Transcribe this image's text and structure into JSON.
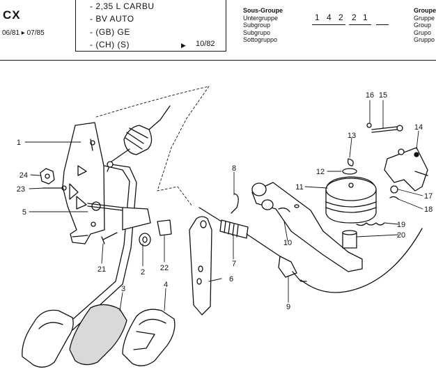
{
  "header": {
    "model_code": "CX",
    "date_range": "06/81 ▸ 07/85",
    "spec_lines": [
      "- 2,35 L CARBU",
      "- BV AUTO",
      "- (GB) GE",
      "- (CH) (S)"
    ],
    "page_ref": "10/82",
    "subgroup_labels": [
      "Sous-Groupe",
      "Untergruppe",
      "Subgroup",
      "Subgrupo",
      "Sottogruppo"
    ],
    "subgroup_code": [
      "1",
      "4",
      "2",
      "2",
      "1"
    ],
    "group_labels": [
      "Groupe",
      "Gruppe",
      "Group",
      "Grupo",
      "Gruppo"
    ]
  },
  "diagram": {
    "callouts": [
      "1",
      "2",
      "3",
      "4",
      "5",
      "6",
      "7",
      "8",
      "9",
      "10",
      "11",
      "12",
      "13",
      "14",
      "15",
      "16",
      "17",
      "18",
      "19",
      "20",
      "21",
      "22",
      "23",
      "24"
    ]
  }
}
